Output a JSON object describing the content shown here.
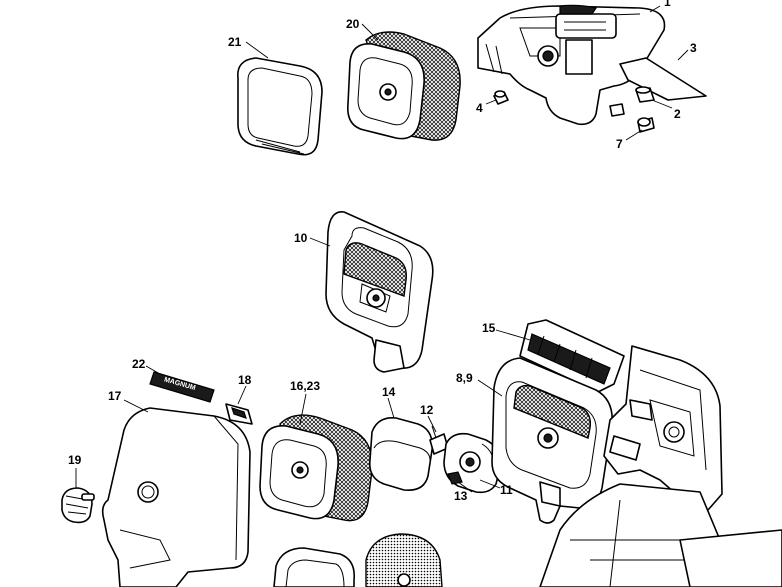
{
  "callouts": {
    "c1": "1",
    "c2": "2",
    "c3": "3",
    "c4": "4",
    "c7": "7",
    "c8_9": "8,9",
    "c10": "10",
    "c11": "11",
    "c12": "12",
    "c13": "13",
    "c14": "14",
    "c15": "15",
    "c16_23": "16,23",
    "c17": "17",
    "c18": "18",
    "c19": "19",
    "c20": "20",
    "c21": "21",
    "c22": "22"
  },
  "decal_text": "MAGNUM"
}
